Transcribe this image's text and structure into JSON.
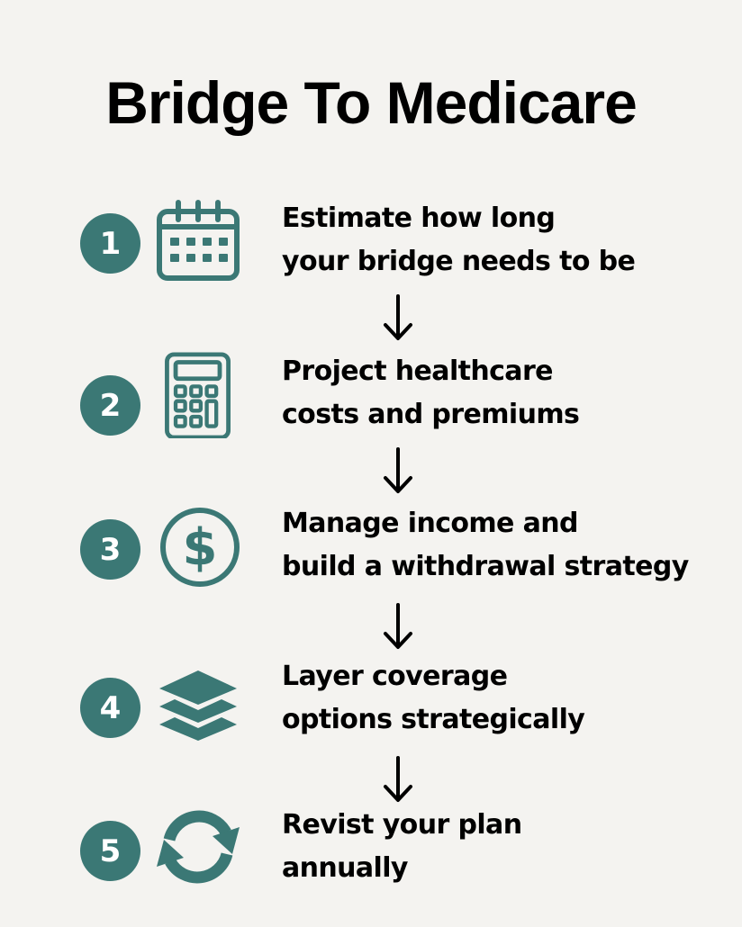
{
  "title": "Bridge To Medicare",
  "colors": {
    "accent": "#3b7875",
    "background": "#f4f3f0",
    "text": "#000000"
  },
  "steps": [
    {
      "number": "1",
      "icon": "calendar-icon",
      "line1": "Estimate how long",
      "line2": "your bridge needs to be"
    },
    {
      "number": "2",
      "icon": "calculator-icon",
      "line1": "Project healthcare",
      "line2": "costs and premiums"
    },
    {
      "number": "3",
      "icon": "dollar-circle-icon",
      "line1": "Manage income and",
      "line2": "build a withdrawal strategy"
    },
    {
      "number": "4",
      "icon": "layers-icon",
      "line1": "Layer coverage",
      "line2": "options strategically"
    },
    {
      "number": "5",
      "icon": "refresh-cycle-icon",
      "line1": "Revist your plan",
      "line2": "annually"
    }
  ],
  "connectors": [
    "down-arrow",
    "down-arrow",
    "down-arrow",
    "down-arrow"
  ]
}
